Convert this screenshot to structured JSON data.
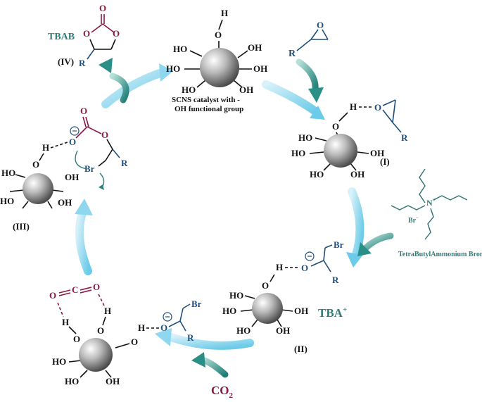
{
  "labels": {
    "catalyst_caption_1": "SCNS catalyst with -",
    "catalyst_caption_2": "OH functional group",
    "tbab": "TBAB",
    "tba_plus": "TBA",
    "tba_plus_sup": "+",
    "co2": "CO",
    "co2_sub": "2",
    "tbab_full": "TetraButylAmmonium Bromide",
    "stage_i": "(I)",
    "stage_ii": "(II)",
    "stage_iii": "(III)",
    "stage_iv": "(IV)"
  },
  "atoms": {
    "oh": "OH",
    "ho": "HO",
    "h": "H",
    "o": "O",
    "r": "R",
    "br": "Br",
    "c": "C",
    "n_plus": "N",
    "plus": "+",
    "br_minus": "Br",
    "minus": "−",
    "carbonyl_o": "O"
  },
  "colors": {
    "arrow_cycle": "#8ed7ee",
    "arrow_reagent": "#2a8f86",
    "carbonyl": "#8a1846",
    "substituent": "#1f4e7a",
    "sphere": "#9a9a9a"
  }
}
